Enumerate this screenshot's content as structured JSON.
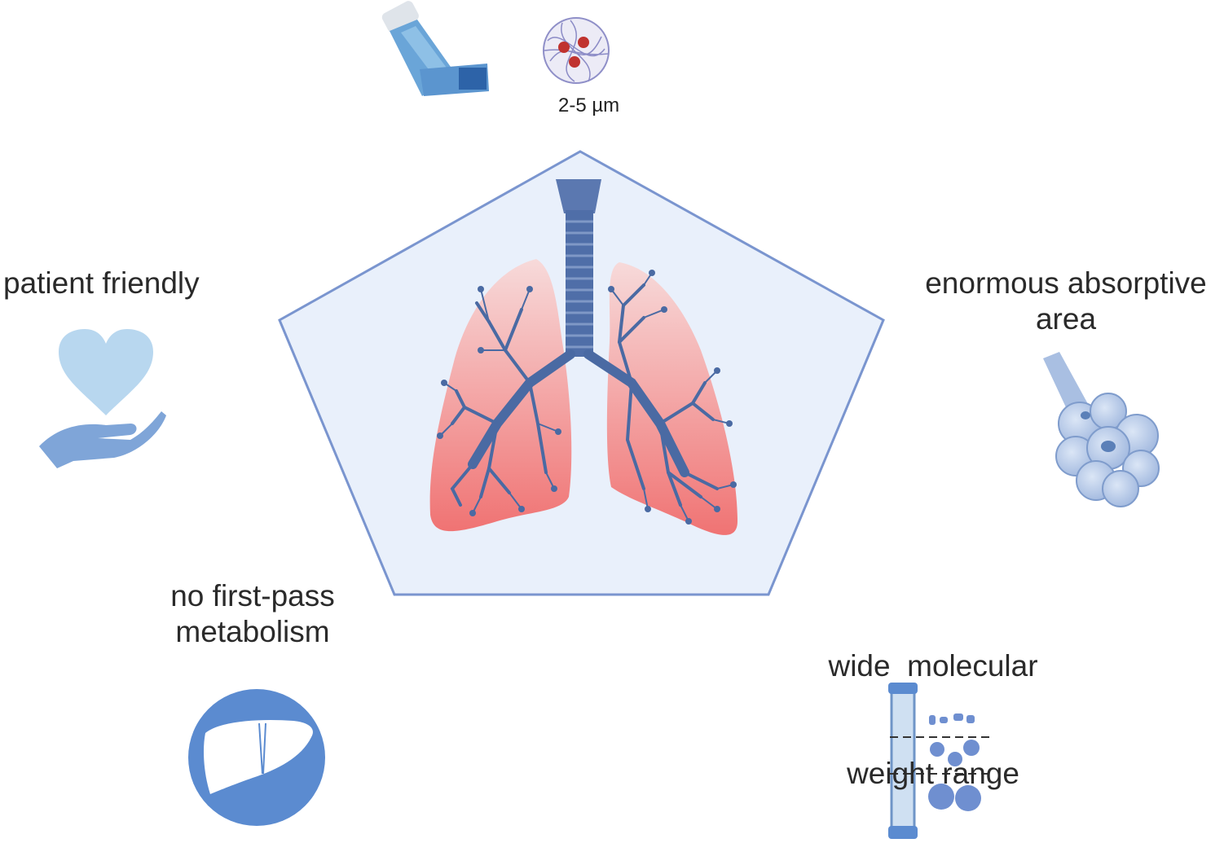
{
  "particle_size": "2-5 µm",
  "benefits": {
    "patient_friendly": {
      "line1": "patient friendly"
    },
    "absorptive_area": {
      "line1": "enormous absorptive",
      "line2": "area"
    },
    "first_pass": {
      "line1": "no first-pass",
      "line2": "metabolism"
    },
    "molecular_weight": {
      "line1": "wide  molecular",
      "line2": "weight range"
    }
  },
  "icons": [
    "inhaler-icon",
    "nanoparticle-icon",
    "lungs-icon",
    "heart-hand-icon",
    "alveoli-icon",
    "liver-icon",
    "chromatography-column-icon"
  ],
  "colors": {
    "pentagon_fill": "#e9f0fb",
    "pentagon_stroke": "#7a95cf",
    "lung_top": "#f6d3d3",
    "lung_bottom": "#f07b7b",
    "airway": "#4a6aa3",
    "icon_blue": "#5b8bd0",
    "icon_light": "#b8d7ef"
  }
}
